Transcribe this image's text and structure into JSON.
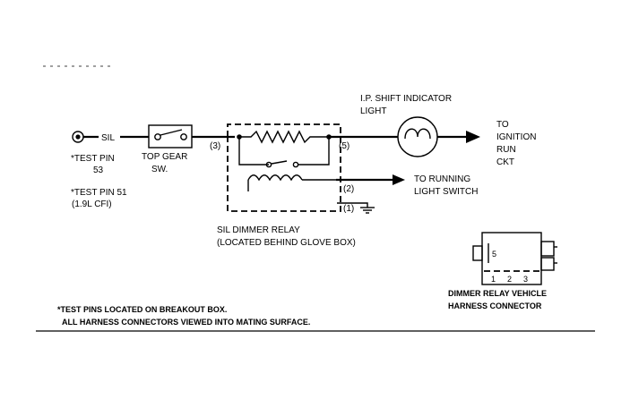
{
  "labels": {
    "sil_wire": "SIL",
    "test_pin_53_line1": "*TEST PIN",
    "test_pin_53_line2": "53",
    "test_pin_51_line1": "*TEST PIN 51",
    "test_pin_51_line2": "(1.9L CFI)",
    "top_gear_sw_line1": "TOP GEAR",
    "top_gear_sw_line2": "SW.",
    "pin_3": "(3)",
    "pin_5": "(5)",
    "pin_2": "(2)",
    "pin_1": "(1)",
    "shift_indicator_line1": "I.P. SHIFT INDICATOR",
    "shift_indicator_line2": "LIGHT",
    "to_ignition_line1": "TO",
    "to_ignition_line2": "IGNITION",
    "to_ignition_line3": "RUN",
    "to_ignition_line4": "CKT",
    "to_running_line1": "TO RUNNING",
    "to_running_line2": "LIGHT SWITCH",
    "relay_line1": "SIL DIMMER RELAY",
    "relay_line2": "(LOCATED BEHIND GLOVE BOX)",
    "connector_pin_5": "5",
    "connector_pin_1": "1",
    "connector_pin_2": "2",
    "connector_pin_3": "3",
    "connector_caption_line1": "DIMMER RELAY VEHICLE",
    "connector_caption_line2": "HARNESS CONNECTOR",
    "footnote_line1": "*TEST PINS LOCATED ON BREAKOUT BOX.",
    "footnote_line2": "ALL HARNESS CONNECTORS VIEWED INTO MATING SURFACE."
  }
}
